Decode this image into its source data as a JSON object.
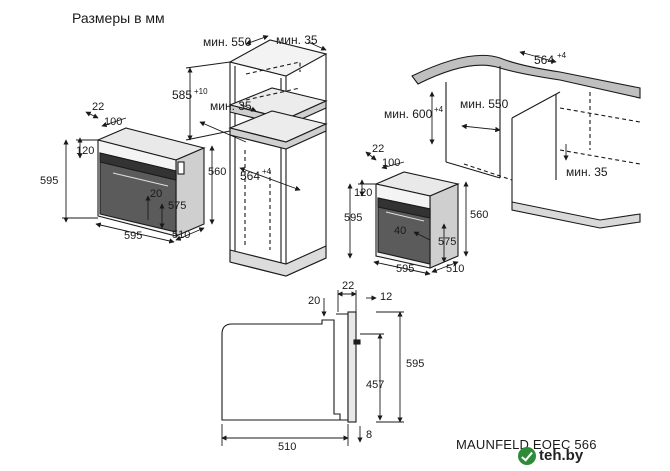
{
  "title": "Размеры в мм",
  "model": "MAUNFELD EOEC 566",
  "watermark": "teh.by",
  "labels": {
    "min550_top": "мин. 550",
    "min35_top": "мин. 35",
    "d585": "585",
    "d585_sup": "+10",
    "min35_mid": "мин. 35",
    "d564_left": "564",
    "d564_left_sup": "+4",
    "d22_a": "22",
    "d100_a": "100",
    "d120_a": "120",
    "d595_a_h": "595",
    "d560_a": "560",
    "d20_a": "20",
    "d575_a": "575",
    "d595_a_w": "595",
    "d510_a": "510",
    "d564_right": "564",
    "d564_right_sup": "+4",
    "min600": "мин. 600",
    "min600_sup": "+4",
    "min550_right": "мин. 550",
    "min35_right": "мин. 35",
    "d22_b": "22",
    "d100_b": "100",
    "d120_b": "120",
    "d595_b_h": "595",
    "d560_b": "560",
    "d40_b": "40",
    "d575_b": "575",
    "d595_b_w": "595",
    "d510_b": "510",
    "s20": "20",
    "s22": "22",
    "s12": "12",
    "s595": "595",
    "s457": "457",
    "s510": "510",
    "s8": "8"
  }
}
